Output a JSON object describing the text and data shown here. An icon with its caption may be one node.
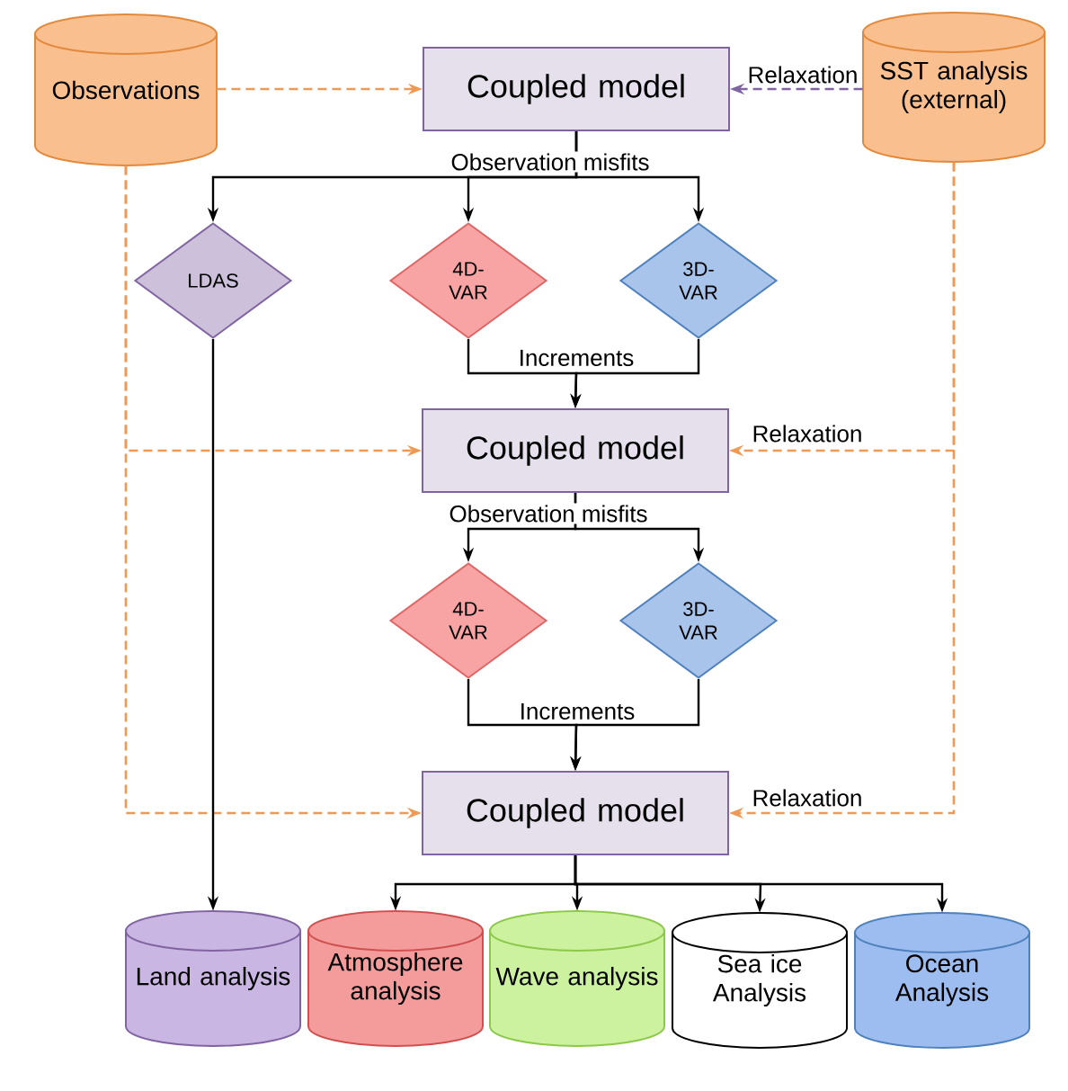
{
  "diagram": {
    "nodes": [
      {
        "text": [
          "Observations"
        ]
      },
      {
        "text": [
          "Coupled model"
        ]
      },
      {
        "text": [
          "SST analysis (external)"
        ]
      },
      {
        "text": [
          "LDAS"
        ]
      },
      {
        "text": [
          "4D-VAR"
        ]
      },
      {
        "text": [
          "3D-VAR"
        ]
      },
      {
        "text": [
          "Coupled model"
        ]
      },
      {
        "text": [
          "4D-VAR"
        ]
      },
      {
        "text": [
          "3D-VAR"
        ]
      },
      {
        "text": [
          "Coupled model"
        ]
      },
      {
        "text": [
          "Land analysis"
        ]
      },
      {
        "text": [
          "Atmosphere analysis"
        ]
      },
      {
        "text": [
          "Wave analysis"
        ]
      },
      {
        "text": [
          "Sea ice Analysis"
        ]
      },
      {
        "text": [
          "Ocean Analysis"
        ]
      }
    ],
    "edges": [
      {
        "from": 0,
        "to": 1,
        "arrow": "to",
        "style": "dashed",
        "color": "#ee9955"
      },
      {
        "from": 2,
        "to": 1,
        "arrow": "to",
        "style": "dashed",
        "color": "#8064a2",
        "label": "Relaxation"
      },
      {
        "from": 1,
        "to": 3,
        "arrow": "to"
      },
      {
        "from": 1,
        "to": 4,
        "arrow": "to",
        "label": "Observation misfits"
      },
      {
        "from": 1,
        "to": 5,
        "arrow": "to"
      },
      {
        "from": 4,
        "to": 6,
        "arrow": "to",
        "label": "Increments"
      },
      {
        "from": 5,
        "to": 6,
        "arrow": "to"
      },
      {
        "from": 0,
        "to": 6,
        "arrow": "to",
        "style": "dashed",
        "color": "#ee9955"
      },
      {
        "from": 2,
        "to": 6,
        "arrow": "to",
        "style": "dashed",
        "color": "#ee9955",
        "label": "Relaxation"
      },
      {
        "from": 6,
        "to": 7,
        "arrow": "to",
        "label": "Observation misfits"
      },
      {
        "from": 6,
        "to": 8,
        "arrow": "to"
      },
      {
        "from": 7,
        "to": 9,
        "arrow": "to",
        "label": "Increments"
      },
      {
        "from": 8,
        "to": 9,
        "arrow": "to"
      },
      {
        "from": 0,
        "to": 9,
        "arrow": "to",
        "style": "dashed",
        "color": "#ee9955"
      },
      {
        "from": 2,
        "to": 9,
        "arrow": "to",
        "style": "dashed",
        "color": "#ee9955",
        "label": "Relaxation"
      },
      {
        "from": 3,
        "to": 10,
        "arrow": "to"
      },
      {
        "from": 9,
        "to": 11,
        "arrow": "to"
      },
      {
        "from": 9,
        "to": 12,
        "arrow": "to"
      },
      {
        "from": 9,
        "to": 13,
        "arrow": "to"
      },
      {
        "from": 9,
        "to": 14,
        "arrow": "to"
      }
    ]
  }
}
